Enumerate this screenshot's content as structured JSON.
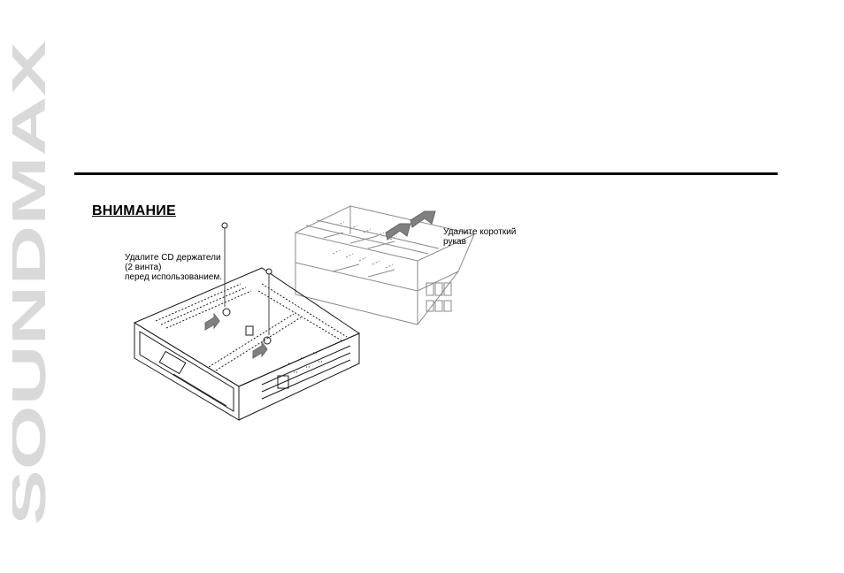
{
  "sidebar": {
    "brand": "SOUNDMAX"
  },
  "section": {
    "heading": "ВНИМАНИЕ"
  },
  "figure": {
    "caption_cd_holders": "Удалите CD держатели\n(2 винта)\nперед использованием.",
    "caption_sleeve": "Удалите короткий\nрукав"
  },
  "colors": {
    "brand_text": "#d9d9d9",
    "rule": "#000000",
    "line_art": "#1a1a1a",
    "arrow": "#808080"
  }
}
